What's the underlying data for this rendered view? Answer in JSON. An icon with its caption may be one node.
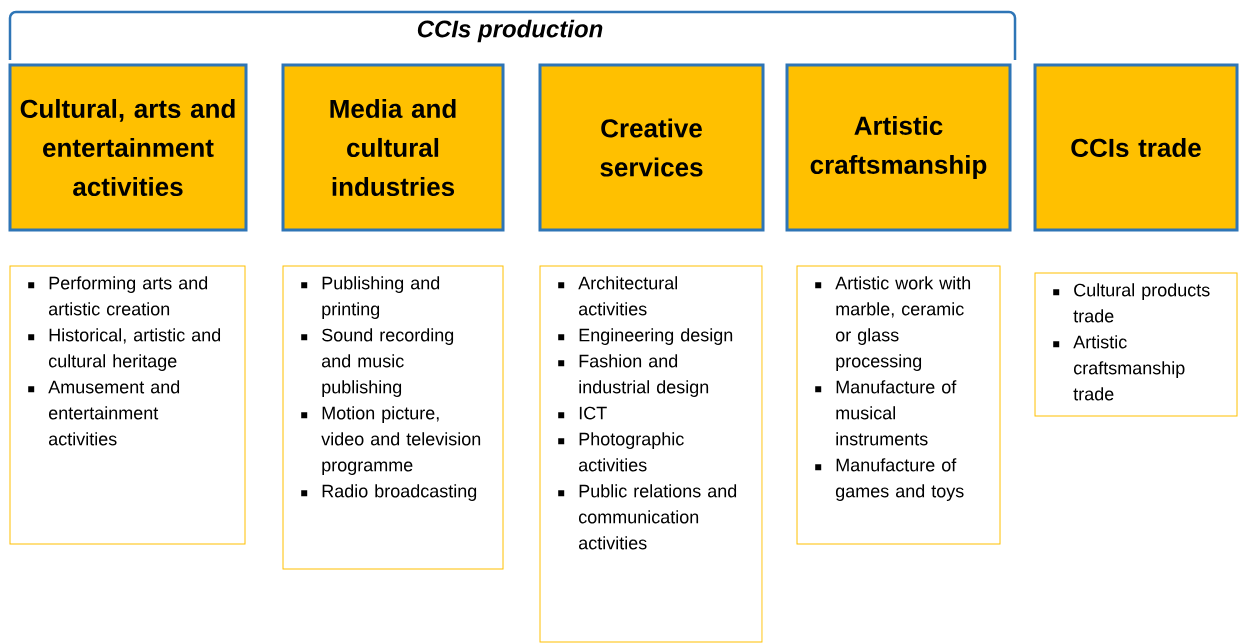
{
  "diagram": {
    "title": "CCIs production",
    "nodes": [
      {
        "text": [
          "Cultural, arts and entertainment activities"
        ]
      },
      {
        "text": [
          "Media and cultural industries"
        ]
      },
      {
        "text": [
          "Creative services"
        ]
      },
      {
        "text": [
          "Artistic craftsmanship"
        ]
      },
      {
        "text": [
          "CCIs trade"
        ]
      },
      {
        "text": [
          "Performing arts and artistic creation",
          "Historical, artistic and cultural heritage",
          "Amusement and entertainment activities"
        ]
      },
      {
        "text": [
          "Publishing and printing",
          "Sound recording and music publishing",
          "Motion picture, video and television programme",
          "Radio broadcasting"
        ]
      },
      {
        "text": [
          "Architectural activities",
          "Engineering design",
          "Fashion and industrial design",
          "ICT",
          "Photographic activities",
          "Public relations and communication activities"
        ]
      },
      {
        "text": [
          "Artistic work with marble, ceramic or glass processing",
          "Manufacture of musical instruments",
          "Manufacture of games and toys"
        ]
      },
      {
        "text": [
          "Cultural products trade",
          "Artistic craftsmanship trade"
        ]
      }
    ],
    "edges": []
  }
}
